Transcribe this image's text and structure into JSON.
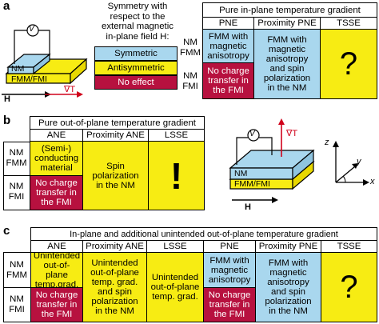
{
  "panel_a": {
    "label": "a",
    "legend": {
      "title_lines": [
        "Symmetry with",
        "respect to the",
        "external magnetic",
        "in-plane field H:"
      ],
      "symmetric": "Symmetric",
      "antisymmetric": "Antisymmetric",
      "no_effect": "No effect"
    },
    "device": {
      "voltmeter": "V",
      "nm": "NM",
      "substrate": "FMM/FMI",
      "field": "H",
      "gradient": "∇T"
    },
    "table": {
      "title": "Pure in-plane temperature gradient",
      "headers": [
        "PNE",
        "Proximity PNE",
        "TSSE"
      ],
      "rows": [
        {
          "label": [
            "NM",
            "FMM"
          ],
          "pne": [
            "FMM with",
            "magnetic",
            "anisotropy"
          ]
        },
        {
          "label": [
            "NM",
            "FMI"
          ],
          "pne": [
            "No charge",
            "transfer in",
            "the FMI"
          ]
        }
      ],
      "proximity_pne": [
        "FMM with",
        "magnetic",
        "anisotropy",
        "and spin",
        "polarization",
        "in the NM"
      ],
      "tsse": "?"
    }
  },
  "panel_b": {
    "label": "b",
    "table": {
      "title": "Pure out-of-plane temperature gradient",
      "headers": [
        "ANE",
        "Proximity ANE",
        "LSSE"
      ],
      "rows": [
        {
          "label": [
            "NM",
            "FMM"
          ],
          "ane": [
            "(Semi-)",
            "conducting",
            "material"
          ]
        },
        {
          "label": [
            "NM",
            "FMI"
          ],
          "ane": [
            "No charge",
            "transfer in",
            "the FMI"
          ]
        }
      ],
      "proximity_ane": [
        "Spin",
        "polarization",
        "in the NM"
      ],
      "lsse": "!"
    },
    "device": {
      "voltmeter": "V",
      "nm": "NM",
      "substrate": "FMM/FMI",
      "field": "H",
      "gradient": "∇T"
    },
    "axes": {
      "z": "z",
      "y": "y",
      "x": "x"
    }
  },
  "panel_c": {
    "label": "c",
    "table": {
      "title": "In-plane and additional unintended out-of-plane temperature gradient",
      "headers": [
        "ANE",
        "Proximity ANE",
        "LSSE",
        "PNE",
        "Proximity PNE",
        "TSSE"
      ],
      "row_labels": [
        [
          "NM",
          "FMM"
        ],
        [
          "NM",
          "FMI"
        ]
      ],
      "ane_fmm": [
        "Unintended",
        "out-of-plane",
        "temp.grad."
      ],
      "ane_fmi": [
        "No charge",
        "transfer in",
        "the FMI"
      ],
      "proximity_ane": [
        "Unintended",
        "out-of-plane",
        "temp. grad.",
        "and spin",
        "polarization",
        "in the NM"
      ],
      "lsse": [
        "Unintended",
        "out-of-plane",
        "temp. grad."
      ],
      "pne_fmm": [
        "FMM with",
        "magnetic",
        "anisotropy"
      ],
      "pne_fmi": [
        "No charge",
        "transfer in",
        "the FMI"
      ],
      "proximity_pne": [
        "FMM with",
        "magnetic",
        "anisotropy",
        "and spin",
        "polarization",
        "in the NM"
      ],
      "tsse": "?"
    }
  },
  "colors": {
    "symmetric": "#a9d7ee",
    "antisymmetric": "#f7ec13",
    "no_effect": "#b7113f",
    "gradient_arrow": "#d0021b"
  }
}
